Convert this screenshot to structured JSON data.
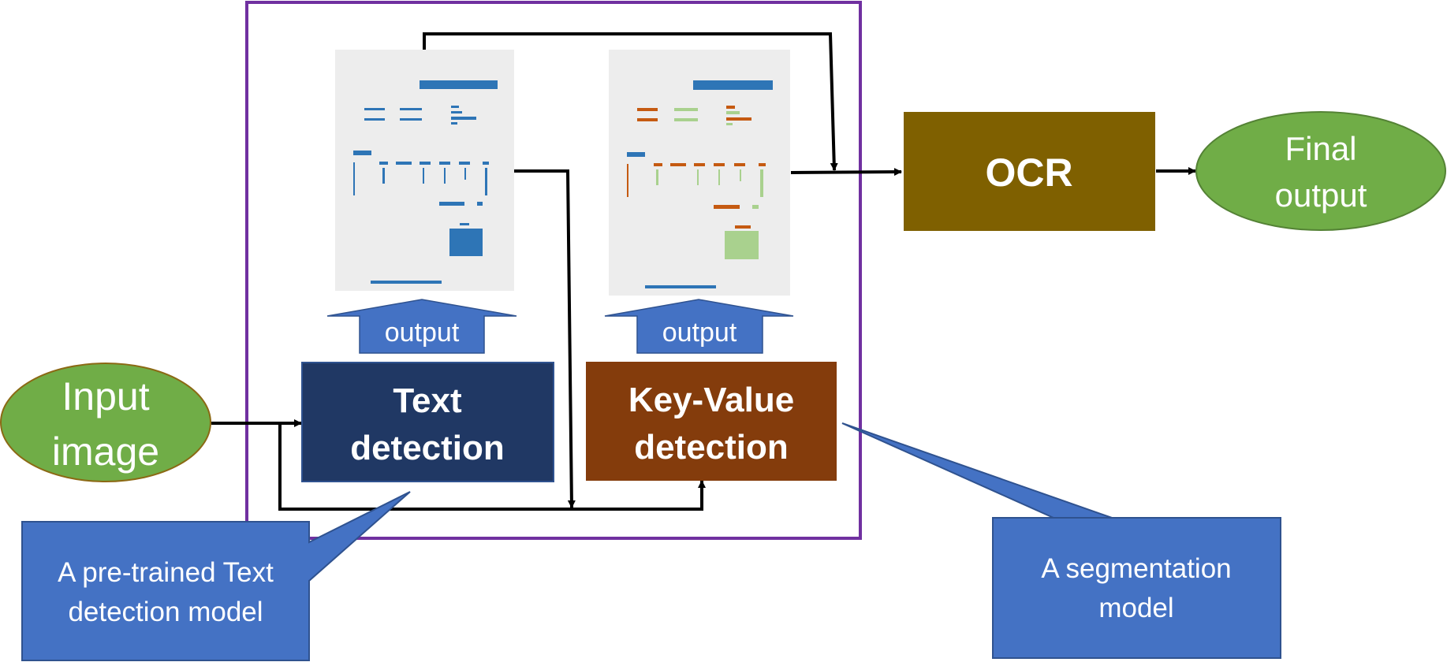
{
  "nodes": {
    "input": {
      "line1": "Input",
      "line2": "image"
    },
    "text_detection": {
      "line1": "Text",
      "line2": "detection"
    },
    "kv_detection": {
      "line1": "Key-Value",
      "line2": "detection"
    },
    "text_output": "output",
    "kv_output": "output",
    "ocr": "OCR",
    "final": {
      "line1": "Final",
      "line2": "output"
    }
  },
  "callouts": {
    "pretrained": {
      "line1": "A pre-trained Text",
      "line2": "detection model"
    },
    "segmentation": {
      "line1": "A segmentation",
      "line2": "model"
    }
  },
  "colors": {
    "frame": "#7030A0",
    "green": "#70AD47",
    "navy": "#203864",
    "brown": "#843C0C",
    "olive": "#7F6000",
    "callout_blue": "#4472C4",
    "doc_bg": "#EDEDED",
    "doc_blue": "#2E75B6",
    "doc_orange": "#C55A11",
    "doc_lightgreen": "#A9D18E"
  }
}
